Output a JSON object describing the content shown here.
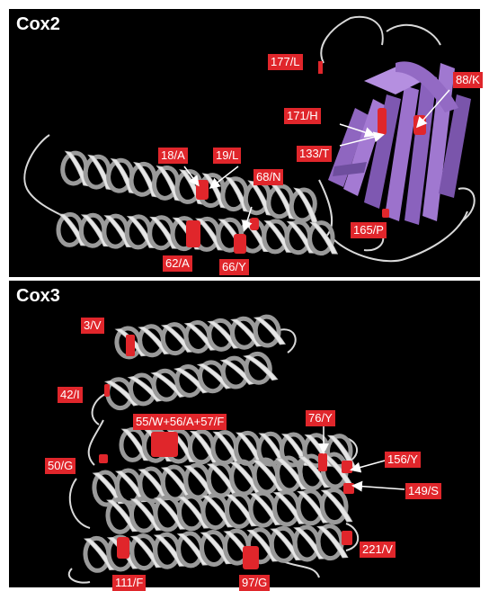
{
  "colors": {
    "background": "#000000",
    "helix": "#e6e6e6",
    "helix_shade": "#9a9a9a",
    "sheet": "#9b72c9",
    "sheet_shade": "#6e4e9e",
    "mutation": "#e0262b",
    "label_bg": "#e0262b",
    "label_text": "#ffffff",
    "arrow": "#ffffff"
  },
  "panels": [
    {
      "title": "Cox2",
      "labels": [
        "177/L",
        "88/K",
        "171/H",
        "18/A",
        "19/L",
        "68/N",
        "133/T",
        "165/P",
        "62/A",
        "66/Y"
      ]
    },
    {
      "title": "Cox3",
      "labels": [
        "3/V",
        "42/I",
        "55/W+56/A+57/F",
        "76/Y",
        "50/G",
        "156/Y",
        "149/S",
        "221/V",
        "111/F",
        "97/G"
      ]
    }
  ]
}
